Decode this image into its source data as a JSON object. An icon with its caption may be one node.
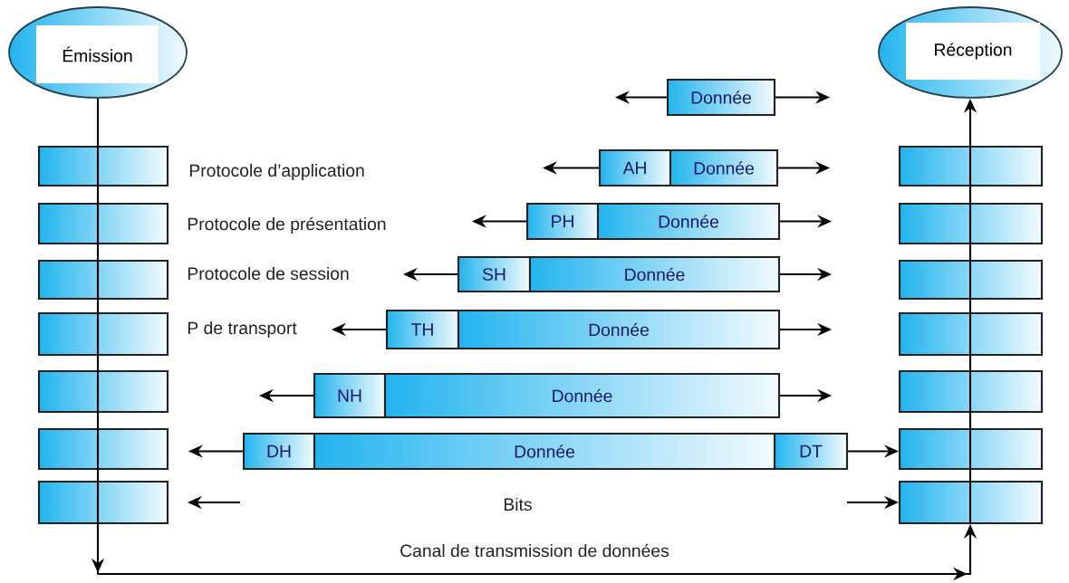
{
  "diagram": {
    "nodes": [
      {
        "text": [
          "Émission"
        ]
      },
      {
        "text": [
          "Réception"
        ]
      },
      {
        "text": [],
        "shape": "box"
      },
      {
        "text": [],
        "shape": "box"
      },
      {
        "text": [],
        "shape": "box"
      },
      {
        "text": [],
        "shape": "box"
      },
      {
        "text": [],
        "shape": "box"
      },
      {
        "text": [],
        "shape": "box"
      },
      {
        "text": [],
        "shape": "box"
      },
      {
        "text": [],
        "shape": "box"
      },
      {
        "text": [],
        "shape": "box"
      },
      {
        "text": [],
        "shape": "box"
      },
      {
        "text": [],
        "shape": "box"
      },
      {
        "text": [],
        "shape": "box"
      },
      {
        "text": [],
        "shape": "box"
      },
      {
        "text": [],
        "shape": "box"
      },
      {
        "text": [
          "Donnée"
        ]
      },
      {
        "text": [
          "AH"
        ]
      },
      {
        "text": [
          "Donnée"
        ]
      },
      {
        "text": [
          "PH"
        ]
      },
      {
        "text": [
          "Donnée"
        ]
      },
      {
        "text": [
          "SH"
        ]
      },
      {
        "text": [
          "Donnée"
        ]
      },
      {
        "text": [
          "TH"
        ]
      },
      {
        "text": [
          "Donnée"
        ]
      },
      {
        "text": [
          "NH"
        ]
      },
      {
        "text": [
          "Donnée"
        ]
      },
      {
        "text": [
          "DH"
        ]
      },
      {
        "text": [
          "Donnée"
        ]
      },
      {
        "text": [
          "DT"
        ]
      }
    ],
    "edges": [
      {
        "from": 0,
        "to": 2,
        "arrow": "none"
      },
      {
        "from": 2,
        "to": 3,
        "arrow": "none"
      },
      {
        "from": 3,
        "to": 4,
        "arrow": "none"
      },
      {
        "from": 4,
        "to": 5,
        "arrow": "none"
      },
      {
        "from": 5,
        "to": 6,
        "arrow": "none"
      },
      {
        "from": 6,
        "to": 7,
        "arrow": "none"
      },
      {
        "from": 7,
        "to": 8,
        "arrow": "none"
      },
      {
        "from": 8,
        "to": 15,
        "arrow": "to",
        "label": "Canal de transmission de données"
      },
      {
        "from": 15,
        "to": 14,
        "arrow": "none"
      },
      {
        "from": 14,
        "to": 13,
        "arrow": "none"
      },
      {
        "from": 13,
        "to": 12,
        "arrow": "none"
      },
      {
        "from": 12,
        "to": 11,
        "arrow": "none"
      },
      {
        "from": 11,
        "to": 10,
        "arrow": "none"
      },
      {
        "from": 10,
        "to": 9,
        "arrow": "none"
      },
      {
        "from": 9,
        "to": 1,
        "arrow": "to"
      },
      {
        "from": 16,
        "to": null,
        "arrow": "to"
      },
      {
        "from": 16,
        "to": null,
        "arrow": "to"
      },
      {
        "from": 17,
        "to": null,
        "arrow": "to"
      },
      {
        "from": 18,
        "to": null,
        "arrow": "to"
      },
      {
        "from": 19,
        "to": null,
        "arrow": "to"
      },
      {
        "from": 20,
        "to": null,
        "arrow": "to"
      },
      {
        "from": 21,
        "to": null,
        "arrow": "to"
      },
      {
        "from": 22,
        "to": null,
        "arrow": "to"
      },
      {
        "from": 23,
        "to": null,
        "arrow": "to"
      },
      {
        "from": 24,
        "to": null,
        "arrow": "to"
      },
      {
        "from": 25,
        "to": null,
        "arrow": "to"
      },
      {
        "from": 26,
        "to": null,
        "arrow": "to"
      },
      {
        "from": 27,
        "to": null,
        "arrow": "to"
      },
      {
        "from": 29,
        "to": 14,
        "arrow": "to"
      },
      {
        "from": null,
        "to": 15,
        "arrow": "to"
      }
    ],
    "labels": [
      "Protocole d’application",
      "Protocole de présentation",
      "Protocole de session",
      "P de transport",
      "Bits"
    ]
  }
}
